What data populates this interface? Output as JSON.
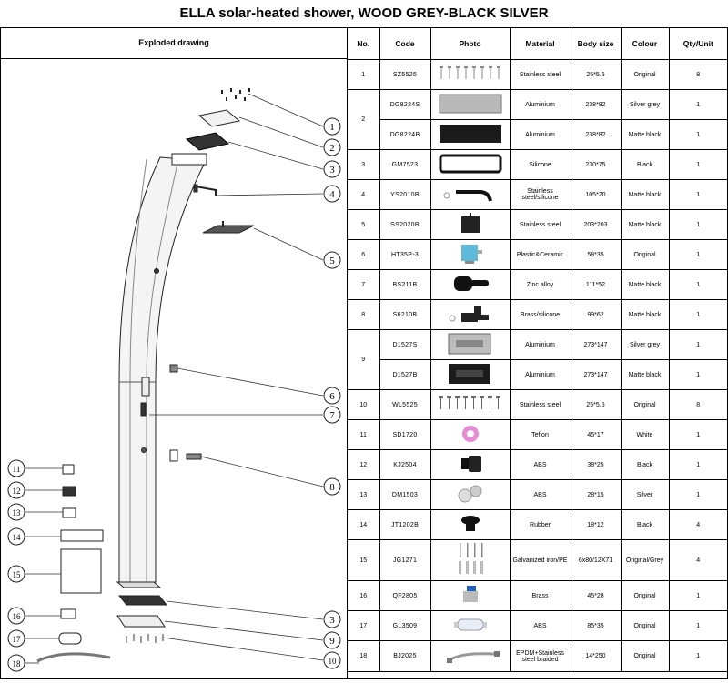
{
  "title": "ELLA solar-heated shower, WOOD GREY-BLACK SILVER",
  "drawing_header": "Exploded drawing",
  "columns": [
    "No.",
    "Code",
    "Photo",
    "Material",
    "Body size",
    "Colour",
    "Qty/Unit"
  ],
  "rows": [
    {
      "no": "1",
      "code": "SZ5525",
      "photo": "screws-icon",
      "material": "Stainless steel",
      "size": "25*5.5",
      "colour": "Original",
      "qty": "8"
    },
    {
      "no": "2",
      "code": "DG8224S",
      "photo": "plate-silver-icon",
      "material": "Aluminium",
      "size": "238*82",
      "colour": "Silver grey",
      "qty": "1"
    },
    {
      "no": "",
      "code": "DG8224B",
      "photo": "plate-black-icon",
      "material": "Aluminium",
      "size": "238*82",
      "colour": "Matte black",
      "qty": "1"
    },
    {
      "no": "3",
      "code": "GM7523",
      "photo": "gasket-icon",
      "material": "Silicone",
      "size": "230*75",
      "colour": "Black",
      "qty": "1"
    },
    {
      "no": "4",
      "code": "YS2010B",
      "photo": "arm-icon",
      "material": "Stainless steel/silicone",
      "size": "105*20",
      "colour": "Matte black",
      "qty": "1"
    },
    {
      "no": "5",
      "code": "SS2020B",
      "photo": "shower-head-icon",
      "material": "Stainless steel",
      "size": "203*203",
      "colour": "Matte black",
      "qty": "1"
    },
    {
      "no": "6",
      "code": "HT35P-3",
      "photo": "cartridge-icon",
      "material": "Plastic&Ceramic",
      "size": "58*35",
      "colour": "Original",
      "qty": "1"
    },
    {
      "no": "7",
      "code": "BS211B",
      "photo": "handle-icon",
      "material": "Zinc alloy",
      "size": "111*52",
      "colour": "Matte black",
      "qty": "1"
    },
    {
      "no": "8",
      "code": "S6210B",
      "photo": "tap-icon",
      "material": "Brass/silicone",
      "size": "99*62",
      "colour": "Matte black",
      "qty": "1"
    },
    {
      "no": "9",
      "code": "D1527S",
      "photo": "cover-silver-icon",
      "material": "Aluminium",
      "size": "273*147",
      "colour": "Silver grey",
      "qty": "1"
    },
    {
      "no": "",
      "code": "D1527B",
      "photo": "cover-black-icon",
      "material": "Aluminium",
      "size": "273*147",
      "colour": "Matte black",
      "qty": "1"
    },
    {
      "no": "10",
      "code": "WL5525",
      "photo": "bolts-icon",
      "material": "Stainless steel",
      "size": "25*5.5",
      "colour": "Original",
      "qty": "8"
    },
    {
      "no": "11",
      "code": "SD1720",
      "photo": "teflon-tape-icon",
      "material": "Teflon",
      "size": "45*17",
      "colour": "White",
      "qty": "1"
    },
    {
      "no": "12",
      "code": "KJ2504",
      "photo": "connector-icon",
      "material": "ABS",
      "size": "38*25",
      "colour": "Black",
      "qty": "1"
    },
    {
      "no": "13",
      "code": "DM1503",
      "photo": "caps-icon",
      "material": "ABS",
      "size": "28*15",
      "colour": "Silver",
      "qty": "1"
    },
    {
      "no": "14",
      "code": "JT1202B",
      "photo": "rubber-plug-icon",
      "material": "Rubber",
      "size": "18*12",
      "colour": "Black",
      "qty": "4"
    },
    {
      "no": "15",
      "code": "JG1271",
      "photo": "anchor-bolts-icon",
      "material": "Galvanized iron/PE",
      "size": "6x80/12X71",
      "colour": "Original/Grey",
      "qty": "4"
    },
    {
      "no": "16",
      "code": "QF2805",
      "photo": "valve-icon",
      "material": "Brass",
      "size": "45*28",
      "colour": "Original",
      "qty": "1"
    },
    {
      "no": "17",
      "code": "GL3509",
      "photo": "filter-icon",
      "material": "ABS",
      "size": "85*35",
      "colour": "Original",
      "qty": "1"
    },
    {
      "no": "18",
      "code": "BJ2025",
      "photo": "hose-icon",
      "material": "EPDM+Stainless steel braided",
      "size": "14*250",
      "colour": "Original",
      "qty": "1"
    }
  ],
  "callouts": [
    "1",
    "2",
    "3",
    "4",
    "5",
    "6",
    "7",
    "8",
    "9",
    "10",
    "11",
    "12",
    "13",
    "14",
    "15",
    "16",
    "17",
    "18"
  ]
}
